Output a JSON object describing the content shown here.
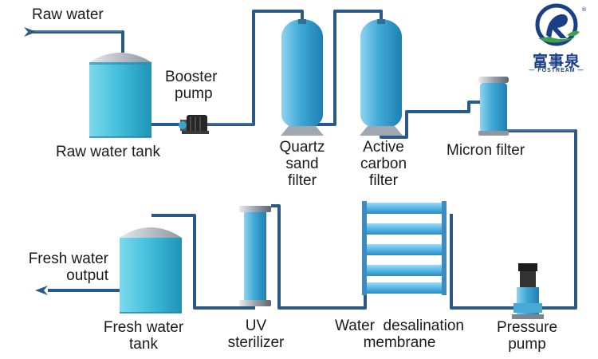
{
  "brand": {
    "name_cn": "富事泉",
    "name_en": "FOSTREAM",
    "mark": "®",
    "colors": {
      "blue": "#1b3f86",
      "green": "#3aa34a"
    }
  },
  "colors": {
    "pipe": "#2a5a85",
    "tank_body": "#45c0dc",
    "tank_dark": "#1e93b6",
    "tank_top": "#c7ccd4",
    "filter_body": "#3fa9d6",
    "membrane": "#56b6e6",
    "text": "#1a1a1a"
  },
  "labels": {
    "raw_water": "Raw water",
    "raw_water_tank": "Raw water tank",
    "booster_pump": [
      "Booster",
      "pump"
    ],
    "quartz_sand_filter": [
      "Quartz",
      "sand",
      "filter"
    ],
    "active_carbon_filter": [
      "Active",
      "carbon",
      "filter"
    ],
    "micron_filter": "Micron filter",
    "fresh_water_output": [
      "Fresh water",
      "output"
    ],
    "fresh_water_tank": [
      "Fresh water",
      "tank"
    ],
    "uv_sterilizer": [
      "UV",
      "sterilizer"
    ],
    "water_desalination_membrane": [
      "Water  desalination",
      "membrane"
    ],
    "pressure_pump": [
      "Pressure",
      "pump"
    ]
  }
}
